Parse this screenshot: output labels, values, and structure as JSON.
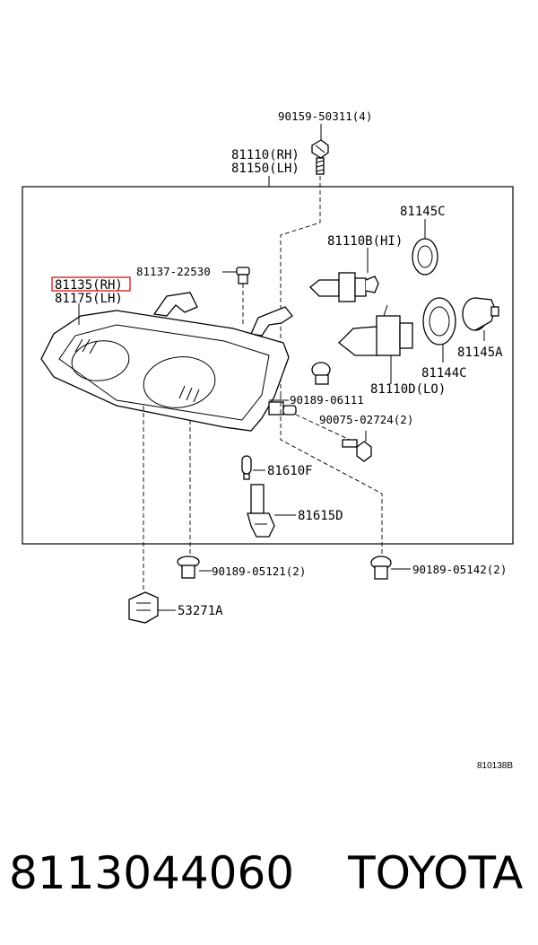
{
  "labels": {
    "bolt_top": "90159-50311(4)",
    "headlamp_rh": "81110(RH)",
    "headlamp_lh": "81150(LH)",
    "cover_c": "81145C",
    "bulb_hi": "81110B(HI)",
    "screw_cap": "81137-22530",
    "unit_rh": "81135(RH)",
    "unit_lh": "81175(LH)",
    "cover_a": "81145A",
    "seal_c": "81144C",
    "bulb_lo": "81110D(LO)",
    "grommet_a": "90189-06111",
    "bolt_b": "90075-02724(2)",
    "bulb_f": "81610F",
    "socket_d": "81615D",
    "grommet_b": "90189-05121(2)",
    "grommet_c": "90189-05142(2)",
    "bracket": "53271A",
    "diagram_code": "810138B"
  },
  "footer": {
    "part_number": "8113044060",
    "brand": "TOYOTA"
  },
  "highlight_color": "#e03030"
}
